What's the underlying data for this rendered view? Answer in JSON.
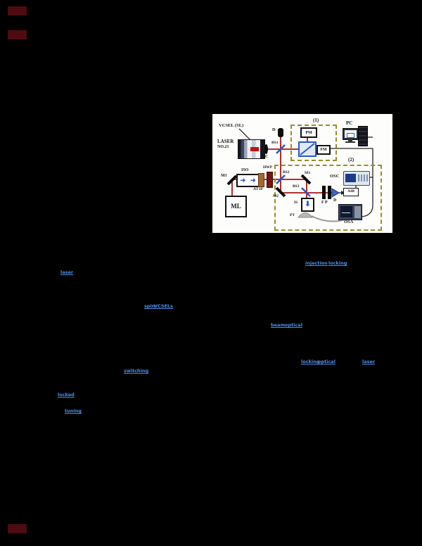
{
  "page": {
    "background": "#000000"
  },
  "figure": {
    "labels": {
      "vcsel": "VCSEL (SL)",
      "laser1": "LASER",
      "laser2": "NO.21",
      "c": "C",
      "d_top": "D",
      "bs1": "BS1",
      "box1": "(1)",
      "pm": "PM",
      "fm": "FM",
      "pc": "PC",
      "box2": "(2)",
      "m1": "M1",
      "iso": "ISO",
      "hwp": "HWP",
      "atip": "AT IP",
      "ml": "ML",
      "bs2": "BS2",
      "m2": "M2",
      "m3": "M3",
      "bs3": "BS3",
      "is": "IS",
      "pt": "PT",
      "fp": "F P",
      "d_det": "D",
      "osc": "OSC",
      "aib": "AIB",
      "osa": "OSA",
      "iso_arrow": "➜",
      "is_arrow": "⬇"
    },
    "colors": {
      "beam": "#a81414",
      "splitter": "#2b57c8",
      "dashed_box": "#9a8d26",
      "mark": "#4e0b10",
      "link": "#4d8ee8"
    }
  },
  "links": [
    {
      "text": "injection"
    },
    {
      "text": "locking"
    },
    {
      "text": "laser"
    },
    {
      "text": "spin"
    },
    {
      "text": "VCSELs"
    },
    {
      "text": "beam"
    },
    {
      "text": "optical"
    },
    {
      "text": "locking"
    },
    {
      "text": "optical"
    },
    {
      "text": "laser"
    },
    {
      "text": "switching"
    },
    {
      "text": "locked"
    },
    {
      "text": "tuning"
    }
  ]
}
